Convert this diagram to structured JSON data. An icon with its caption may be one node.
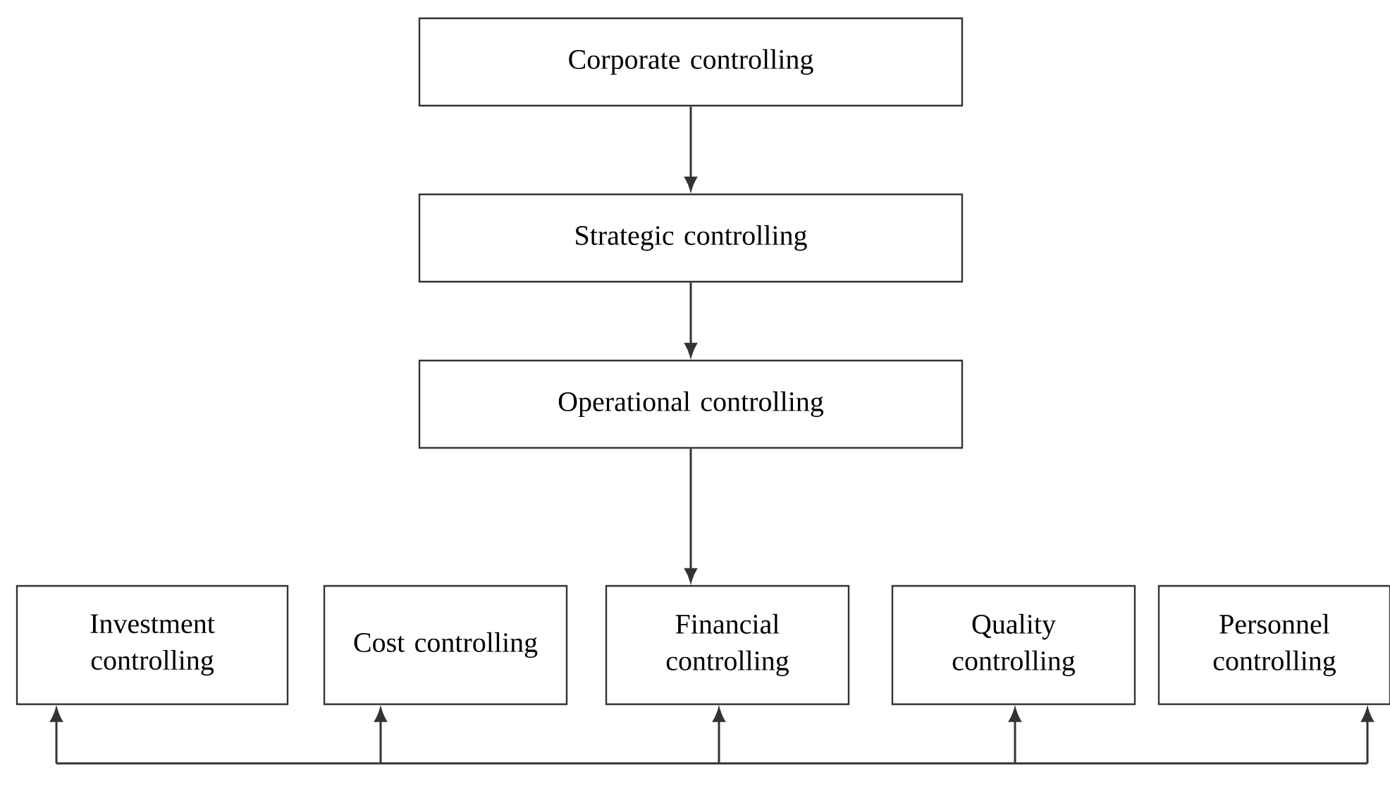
{
  "diagram": {
    "nodes": [
      {
        "text": [
          "Corporate controlling"
        ]
      },
      {
        "text": [
          "Strategic controlling"
        ]
      },
      {
        "text": [
          "Operational controlling"
        ]
      },
      {
        "text": [
          "Investment controlling"
        ]
      },
      {
        "text": [
          "Cost controlling"
        ]
      },
      {
        "text": [
          "Financial controlling"
        ]
      },
      {
        "text": [
          "Quality controlling"
        ]
      },
      {
        "text": [
          "Personnel controlling"
        ]
      }
    ],
    "edges": [
      {
        "from": 0,
        "to": 1,
        "arrow": "to"
      },
      {
        "from": 1,
        "to": 2,
        "arrow": "to"
      },
      {
        "from": 2,
        "to": 5,
        "arrow": "to"
      },
      {
        "from": null,
        "to": 3,
        "arrow": "to"
      },
      {
        "from": null,
        "to": 4,
        "arrow": "to"
      },
      {
        "from": null,
        "to": 5,
        "arrow": "to"
      },
      {
        "from": null,
        "to": 6,
        "arrow": "to"
      },
      {
        "from": null,
        "to": 7,
        "arrow": "to"
      }
    ]
  }
}
